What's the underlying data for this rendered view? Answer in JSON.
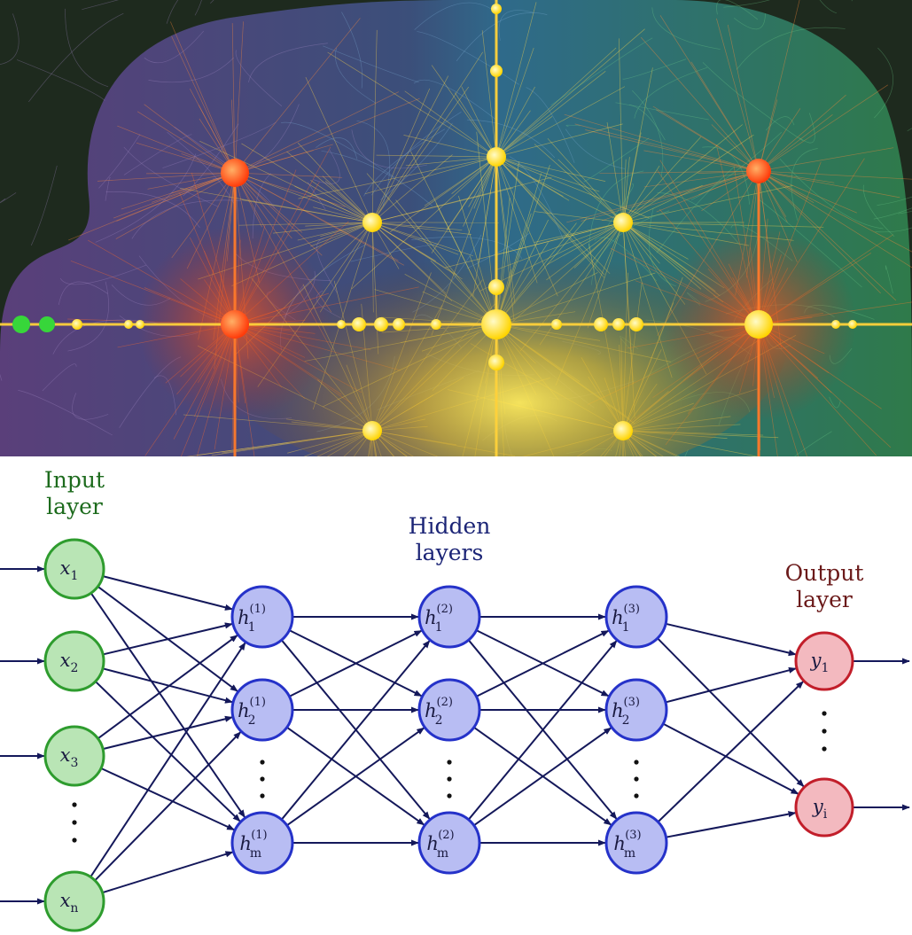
{
  "colors": {
    "input_stroke": "#2e9c2e",
    "input_fill": "#b9e5b5",
    "hidden_stroke": "#2532c9",
    "hidden_fill": "#b8bdf3",
    "output_stroke": "#c21e2a",
    "output_fill": "#f3b9bf",
    "edge": "#14185a",
    "input_label": "#1d6b1d",
    "hidden_label": "#1b2476",
    "output_label": "#6b1a1a"
  },
  "layer_labels": {
    "input": [
      "Input",
      "layer"
    ],
    "hidden": [
      "Hidden",
      "layers"
    ],
    "output": [
      "Output",
      "layer"
    ]
  },
  "input_nodes": [
    {
      "base": "x",
      "sub": "1"
    },
    {
      "base": "x",
      "sub": "2"
    },
    {
      "base": "x",
      "sub": "3"
    },
    {
      "base": "x",
      "sub": "n"
    }
  ],
  "hidden_layers": [
    {
      "superscript": "(1)",
      "nodes": [
        {
          "base": "h",
          "sub": "1"
        },
        {
          "base": "h",
          "sub": "2"
        },
        {
          "base": "h",
          "sub": "m"
        }
      ]
    },
    {
      "superscript": "(2)",
      "nodes": [
        {
          "base": "h",
          "sub": "1"
        },
        {
          "base": "h",
          "sub": "2"
        },
        {
          "base": "h",
          "sub": "m"
        }
      ]
    },
    {
      "superscript": "(3)",
      "nodes": [
        {
          "base": "h",
          "sub": "1"
        },
        {
          "base": "h",
          "sub": "2"
        },
        {
          "base": "h",
          "sub": "m"
        }
      ]
    }
  ],
  "output_nodes": [
    {
      "base": "y",
      "sub": "1"
    },
    {
      "base": "y",
      "sub": "i"
    }
  ]
}
